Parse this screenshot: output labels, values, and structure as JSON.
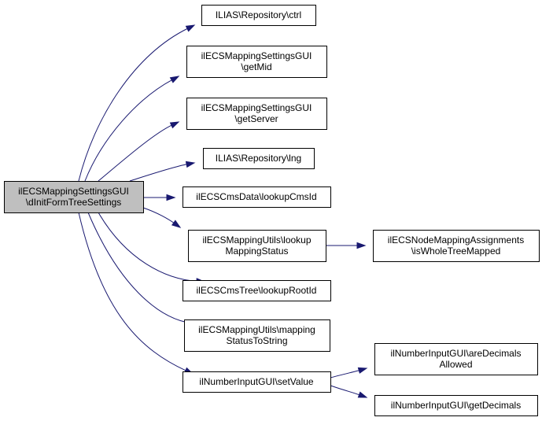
{
  "colors": {
    "edge": "#191970",
    "root_fill": "#bfbfbf",
    "node_fill": "#ffffff",
    "border": "#000000"
  },
  "nodes": [
    {
      "id": "root",
      "lines": [
        "ilECSMappingSettingsGUI",
        "\\dInitFormTreeSettings"
      ]
    },
    {
      "id": "ctrl",
      "lines": [
        "ILIAS\\Repository\\ctrl"
      ]
    },
    {
      "id": "getmid",
      "lines": [
        "ilECSMappingSettingsGUI",
        "\\getMid"
      ]
    },
    {
      "id": "getserver",
      "lines": [
        "ilECSMappingSettingsGUI",
        "\\getServer"
      ]
    },
    {
      "id": "lng",
      "lines": [
        "ILIAS\\Repository\\lng"
      ]
    },
    {
      "id": "lookupcmsid",
      "lines": [
        "ilECSCmsData\\lookupCmsId"
      ]
    },
    {
      "id": "lookupmapping",
      "lines": [
        "ilECSMappingUtils\\lookup",
        "MappingStatus"
      ]
    },
    {
      "id": "wholetree",
      "lines": [
        "ilECSNodeMappingAssignments",
        "\\isWholeTreeMapped"
      ]
    },
    {
      "id": "rootid",
      "lines": [
        "ilECSCmsTree\\lookupRootId"
      ]
    },
    {
      "id": "tostring",
      "lines": [
        "ilECSMappingUtils\\mapping",
        "StatusToString"
      ]
    },
    {
      "id": "setvalue",
      "lines": [
        "ilNumberInputGUI\\setValue"
      ]
    },
    {
      "id": "aredecimals",
      "lines": [
        "ilNumberInputGUI\\areDecimals",
        "Allowed"
      ]
    },
    {
      "id": "getdecimals",
      "lines": [
        "ilNumberInputGUI\\getDecimals"
      ]
    }
  ],
  "edges": [
    {
      "from": "root",
      "to": "ctrl"
    },
    {
      "from": "root",
      "to": "getmid"
    },
    {
      "from": "root",
      "to": "getserver"
    },
    {
      "from": "root",
      "to": "lng"
    },
    {
      "from": "root",
      "to": "lookupcmsid"
    },
    {
      "from": "root",
      "to": "lookupmapping"
    },
    {
      "from": "root",
      "to": "rootid"
    },
    {
      "from": "root",
      "to": "tostring"
    },
    {
      "from": "root",
      "to": "setvalue"
    },
    {
      "from": "lookupmapping",
      "to": "wholetree"
    },
    {
      "from": "setvalue",
      "to": "aredecimals"
    },
    {
      "from": "setvalue",
      "to": "getdecimals"
    }
  ]
}
